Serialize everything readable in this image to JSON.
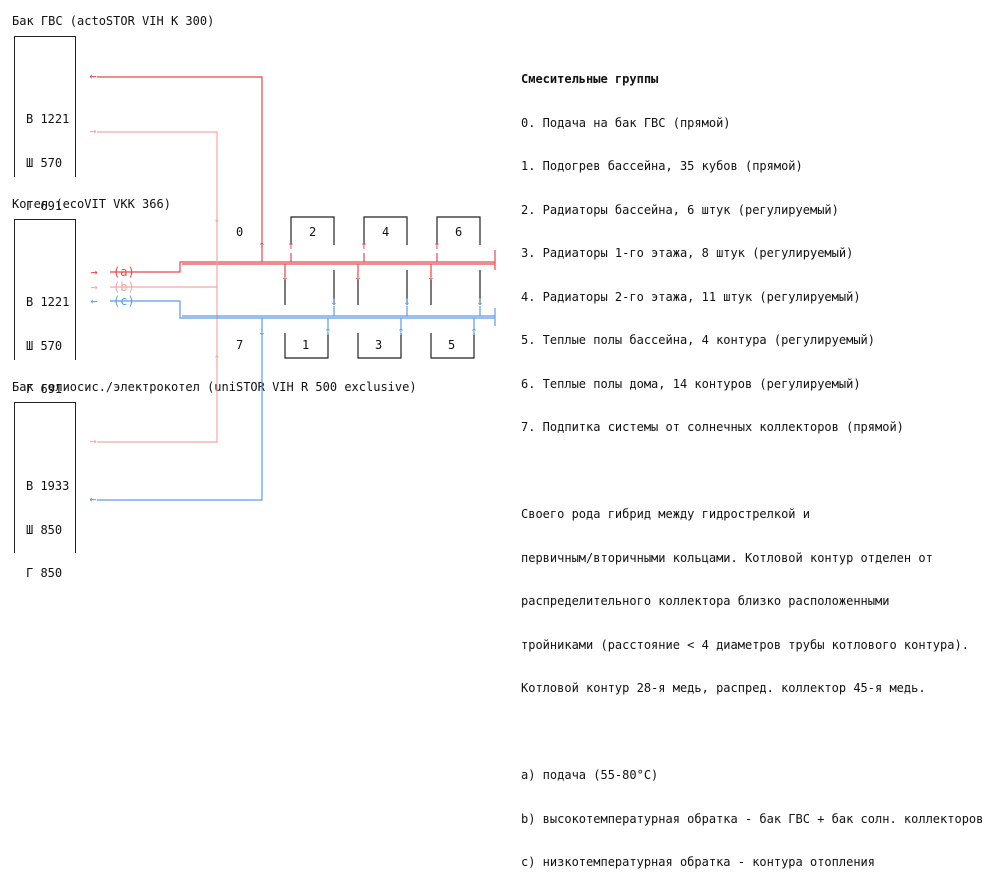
{
  "tanks": [
    {
      "title": "Бак ГВС (actoSTOR VIH K 300)",
      "lines": [
        "В 1221",
        "Ш 570",
        "Г 691"
      ]
    },
    {
      "title": "Котел (ecoVIT VKK 366)",
      "lines": [
        "В 1221",
        "Ш 570",
        "Г 691"
      ]
    },
    {
      "title": "Бак гелиосис./электрокотел (uniSTOR VIH R 500 exclusive)",
      "lines": [
        "В 1933",
        "Ш 850",
        "Г 850"
      ]
    }
  ],
  "boiler_ports": [
    "(a)",
    "(b)",
    "(c)"
  ],
  "group_numbers": {
    "top": [
      "0",
      "2",
      "4",
      "6"
    ],
    "bottom": [
      "7",
      "1",
      "3",
      "5"
    ]
  },
  "legend": {
    "heading": "Смесительные группы",
    "groups": [
      "0. Подача на бак ГВС (прямой)",
      "1. Подогрев бассейна, 35 кубов (прямой)",
      "2. Радиаторы бассейна, 6 штук (регулируемый)",
      "3. Радиаторы 1-го этажа, 8 штук (регулируемый)",
      "4. Радиаторы 2-го этажа, 11 штук (регулируемый)",
      "5. Теплые полы бассейна, 4 контура (регулируемый)",
      "6. Теплые полы дома, 14 контуров (регулируемый)",
      "7. Подпитка системы от солнечных коллекторов (прямой)"
    ],
    "description": [
      "Своего рода гибрид между гидрострелкой и",
      "первичным/вторичными кольцами. Котловой контур отделен от",
      "распределительного коллектора близко расположенными",
      "тройниками (расстояние < 4 диаметров трубы котлового контура).",
      "Котловой контур 28-я медь, распред. коллектор 45-я медь."
    ],
    "flows": [
      "a) подача (55-80°C)",
      "b) высокотемпературная обратка - бак ГВС + бак солн. коллекторов",
      "c) низкотемпературная обратка - контура отопления"
    ]
  },
  "colors": {
    "supply": "#e8474b",
    "high_return": "#f3a6a3",
    "low_return": "#5b9be8",
    "outline": "#222222"
  }
}
